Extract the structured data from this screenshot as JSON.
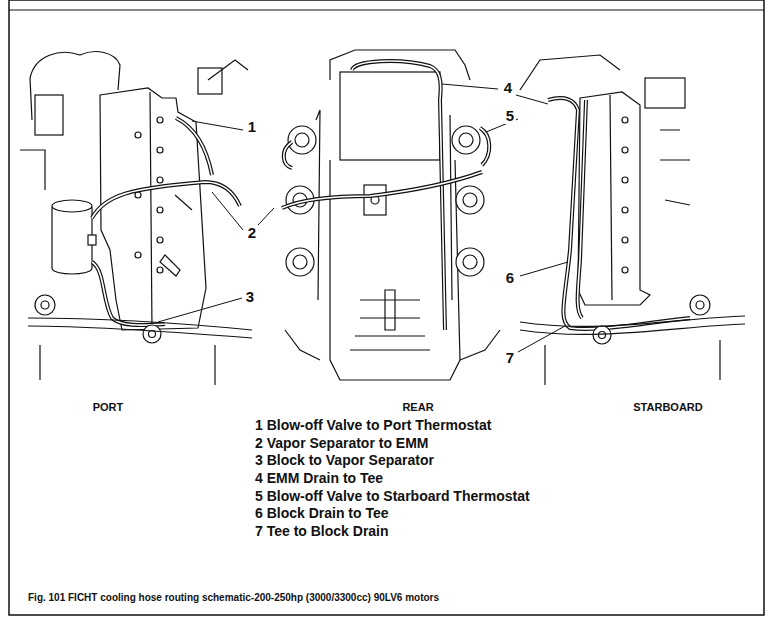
{
  "diagram": {
    "caption": "Fig. 101 FICHT cooling hose routing schematic-200-250hp (3000/3300cc) 90LV6 motors",
    "labels": [
      "1",
      "2",
      "3",
      "4",
      "5",
      "6",
      "7",
      "PORT",
      "REAR",
      "STARBOARD",
      "1 Blow-off Valve to Port Thermostat",
      "2 Vapor Separator to EMM",
      "3 Block to Vapor Separator",
      "4 EMM Drain to Tee",
      "5 Blow-off Valve to Starboard Thermostat",
      "6 Block Drain to Tee",
      "7 Tee to Block Drain"
    ]
  }
}
